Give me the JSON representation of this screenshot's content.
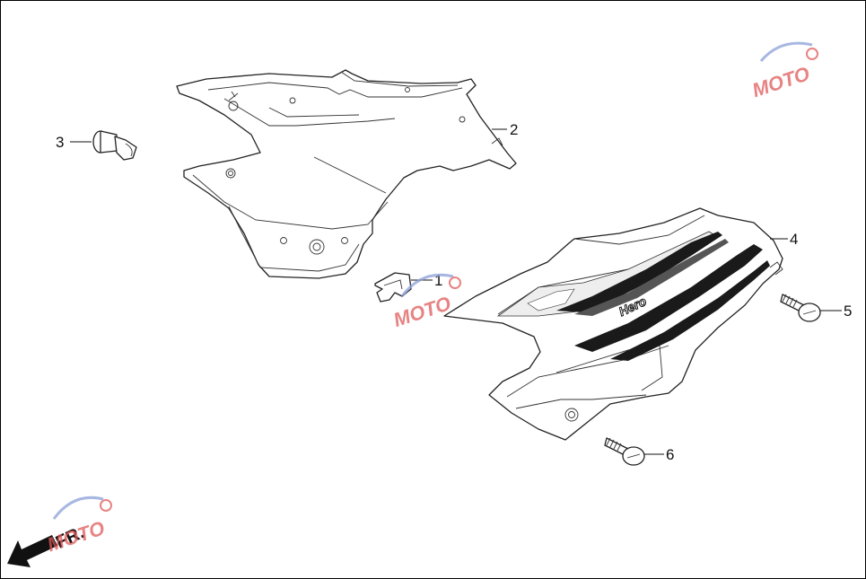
{
  "diagram": {
    "callouts": [
      {
        "id": "1",
        "label": "1"
      },
      {
        "id": "2",
        "label": "2"
      },
      {
        "id": "3",
        "label": "3"
      },
      {
        "id": "4",
        "label": "4"
      },
      {
        "id": "5",
        "label": "5"
      },
      {
        "id": "6",
        "label": "6"
      }
    ],
    "brand_decal": "Hero",
    "front_indicator": "FR.",
    "watermark": "MOTO"
  },
  "colors": {
    "line": "#222222",
    "watermark_red": "#e05a5a",
    "watermark_blue": "#8aa0d8",
    "stripe_dark": "#1a1a1a"
  }
}
